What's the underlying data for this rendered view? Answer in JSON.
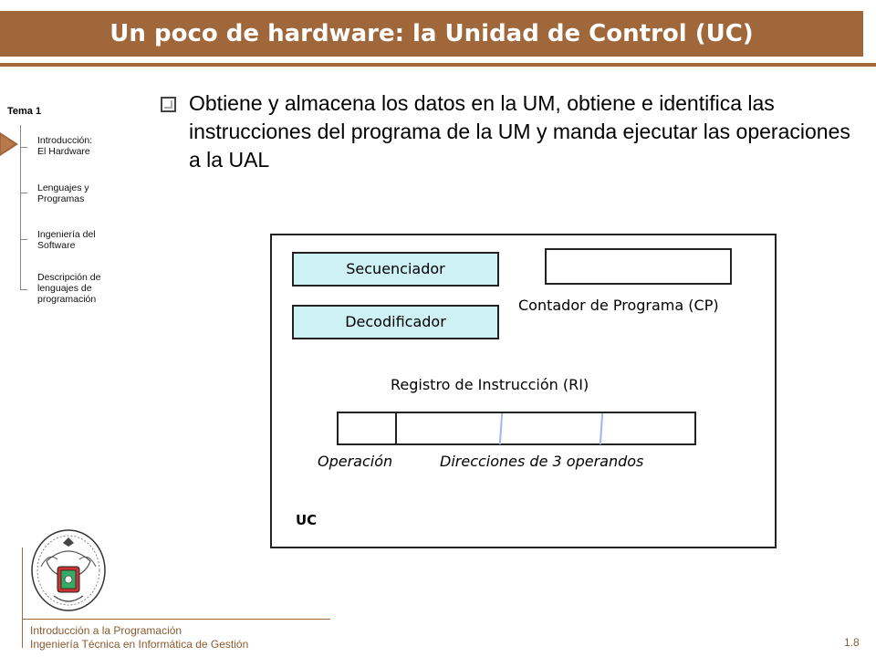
{
  "slide": {
    "title": "Un poco de hardware: la Unidad de Control (UC)",
    "bullet": "Obtiene y almacena los datos en la UM, obtiene e identifica las instrucciones del programa de la UM y manda ejecutar las operaciones a la UAL"
  },
  "nav": {
    "tema": "Tema 1",
    "items": [
      {
        "line1": "Introducción:",
        "line2": "El Hardware",
        "line3": ""
      },
      {
        "line1": "Lenguajes y",
        "line2": "Programas",
        "line3": ""
      },
      {
        "line1": "Ingeniería del",
        "line2": "Software",
        "line3": ""
      },
      {
        "line1": "Descripción de",
        "line2": "lenguajes de",
        "line3": "programación"
      }
    ]
  },
  "diagram": {
    "secuenciador": "Secuenciador",
    "decodificador": "Decodificador",
    "cp_label": "Contador de Programa (CP)",
    "ri_label": "Registro de Instrucción (RI)",
    "operacion": "Operación",
    "direcciones": "Direcciones de 3 operandos",
    "uc": "UC"
  },
  "footer": {
    "line1": "Introducción a la Programación",
    "line2": "Ingeniería Técnica en Informática de Gestión",
    "page": "1.8"
  },
  "colors": {
    "accent": "#a0673b",
    "component_fill": "#cdf1f5"
  }
}
